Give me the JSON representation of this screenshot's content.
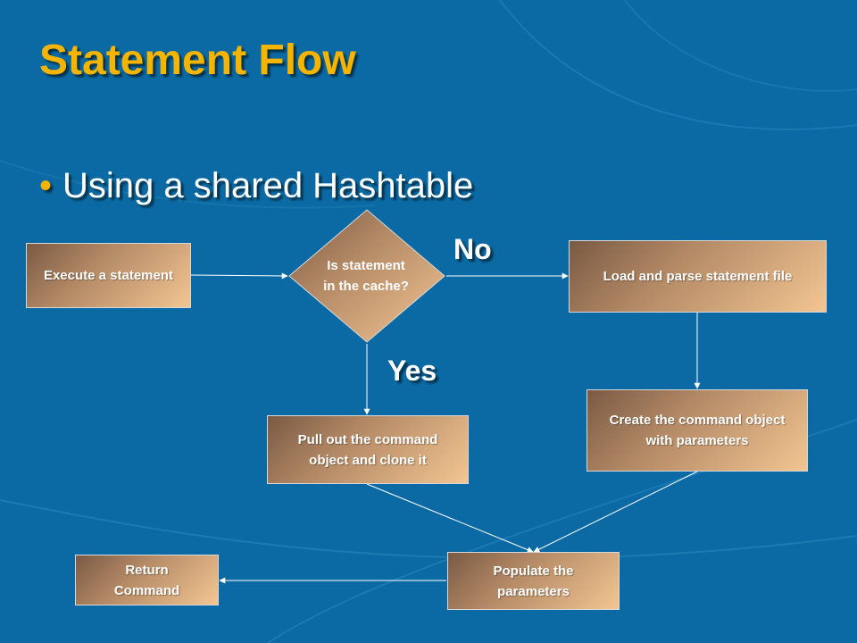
{
  "slide": {
    "title": "Statement Flow",
    "bullet": "Using a shared Hashtable"
  },
  "flow": {
    "execute": "Execute a statement",
    "decision": "Is statement\nin the cache?",
    "no_label": "No",
    "yes_label": "Yes",
    "load": "Load and parse statement file",
    "create": "Create the command object\nwith parameters",
    "pull": "Pull out the command\nobject and clone it",
    "populate": "Populate the\nparameters",
    "return": "Return\nCommand"
  },
  "colors": {
    "background": "#0b6aa3",
    "title": "#f5b400",
    "box_light": "#f3c592",
    "box_dark": "#7a5a44"
  }
}
